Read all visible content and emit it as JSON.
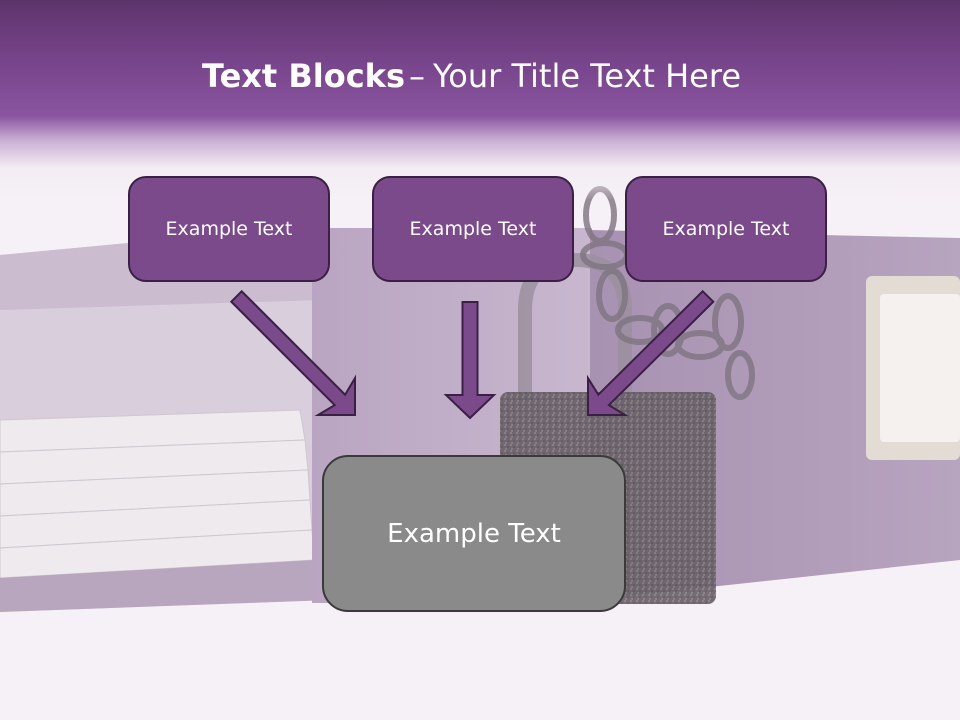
{
  "title": {
    "bold": "Text Blocks",
    "dash": "–",
    "rest": "Your Title Text Here"
  },
  "blocks": {
    "left": "Example Text",
    "center": "Example Text",
    "right": "Example Text",
    "bottom": "Example Text"
  },
  "colors": {
    "header_purple": "#76448a",
    "box_purple": "#7b4a8b",
    "box_gray": "#8a8a8a",
    "arrow_purple": "#7b4a8b",
    "outline_dark": "#3b1f45"
  },
  "background_image": "purple-binder-with-padlock-photo"
}
